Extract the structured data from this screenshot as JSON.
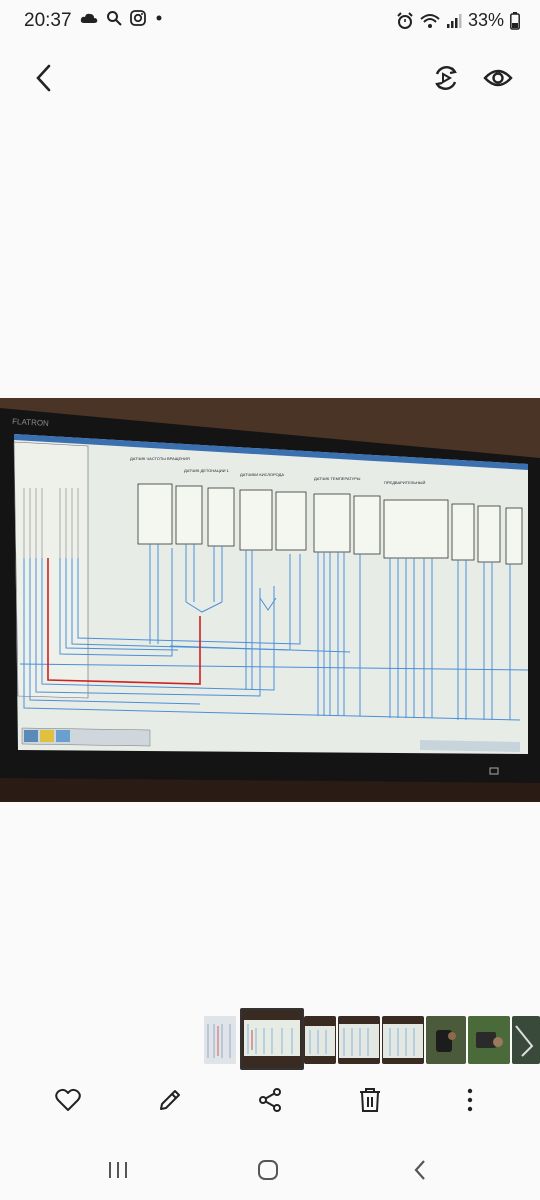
{
  "status_bar": {
    "time": "20:37",
    "battery": "33%",
    "left_icons": [
      "cloud-icon",
      "search-icon",
      "instagram-icon",
      "dot-icon"
    ],
    "right_icons": [
      "alarm-icon",
      "wifi-icon",
      "signal-icon",
      "battery-icon"
    ]
  },
  "top_bar": {
    "back_icon": "back-arrow-icon",
    "right_icons": [
      "rotate-video-icon",
      "eye-icon"
    ]
  },
  "photo": {
    "monitor_brand": "FLATRON"
  },
  "thumbnails": {
    "count": 8,
    "selected_index": 1
  },
  "actions": {
    "icons": [
      "heart-icon",
      "edit-icon",
      "share-icon",
      "delete-icon",
      "more-icon"
    ]
  },
  "nav": {
    "icons": [
      "recent-apps-icon",
      "home-icon",
      "back-icon"
    ]
  },
  "colors": {
    "background": "#fafafa",
    "icon": "#222222",
    "accent_red": "#d02020",
    "wire_blue": "#4a8fd8"
  }
}
